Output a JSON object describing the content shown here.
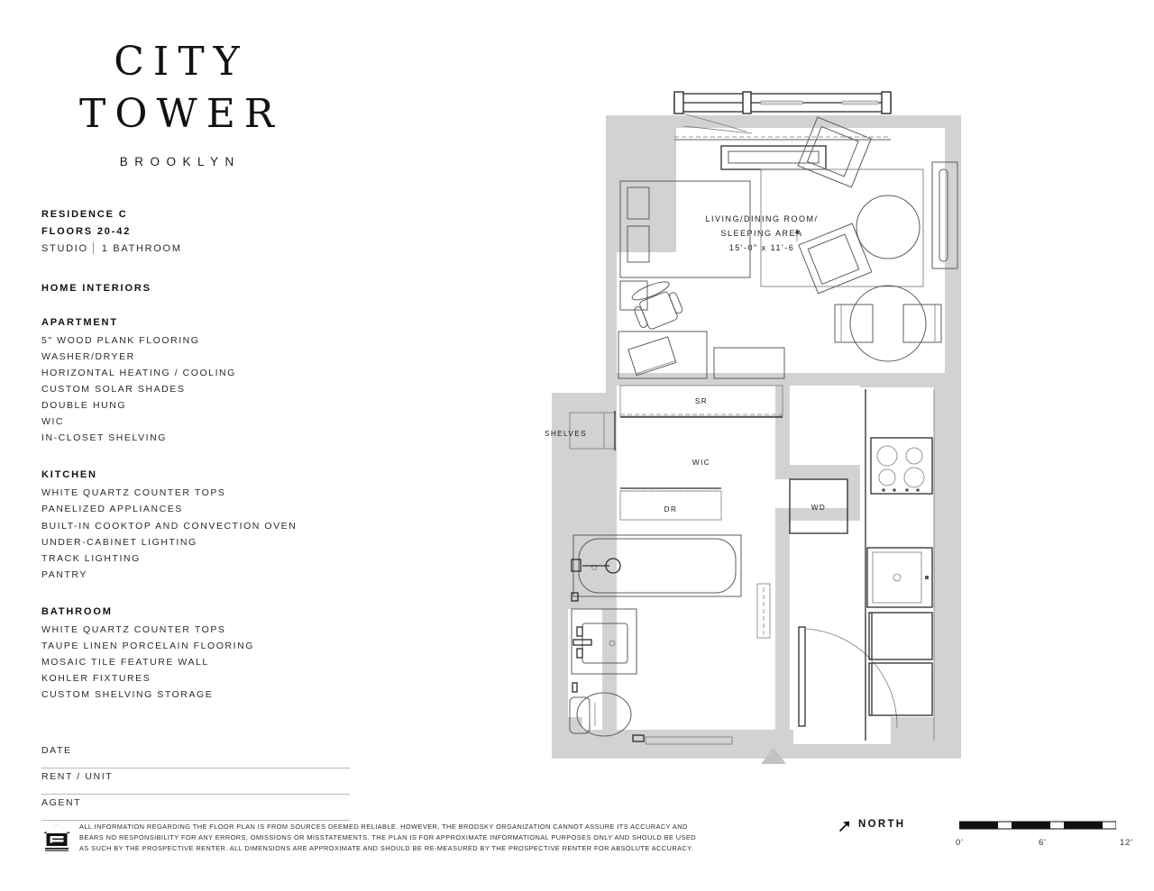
{
  "brand": {
    "line1": "CITY",
    "line2": "TOWER",
    "location": "BROOKLYN"
  },
  "residence": {
    "name": "RESIDENCE C",
    "floors": "FLOORS 20-42",
    "type": "STUDIO",
    "bath": "1 BATHROOM"
  },
  "interiors_heading": "HOME INTERIORS",
  "sections": [
    {
      "heading": "APARTMENT",
      "features": [
        "5\"  WOOD PLANK FLOORING",
        "WASHER/DRYER",
        "HORIZONTAL HEATING / COOLING",
        "CUSTOM SOLAR SHADES",
        "DOUBLE HUNG",
        "WIC",
        "IN-CLOSET SHELVING"
      ]
    },
    {
      "heading": "KITCHEN",
      "features": [
        "WHITE QUARTZ COUNTER TOPS",
        "PANELIZED APPLIANCES",
        "BUILT-IN COOKTOP AND CONVECTION OVEN",
        "UNDER-CABINET LIGHTING",
        "TRACK LIGHTING",
        "PANTRY"
      ]
    },
    {
      "heading": "BATHROOM",
      "features": [
        "WHITE QUARTZ COUNTER TOPS",
        "TAUPE LINEN PORCELAIN FLOORING",
        "MOSAIC TILE FEATURE WALL",
        "KOHLER FIXTURES",
        "CUSTOM SHELVING STORAGE"
      ]
    }
  ],
  "form_fields": [
    {
      "label": "DATE",
      "value": ""
    },
    {
      "label": "RENT / UNIT",
      "value": ""
    },
    {
      "label": "AGENT",
      "value": ""
    }
  ],
  "footer": {
    "disclaimer_line1": "ALL INFORMATION REGARDING THE FLOOR PLAN IS FROM SOURCES DEEMED RELIABLE. HOWEVER, THE BRODSKY ORGANIZATION CANNOT ASSURE ITS ACCURACY AND",
    "disclaimer_line2": "BEARS NO RESPONSIBILITY FOR ANY ERRORS, OMISSIONS OR MISSTATEMENTS. THE PLAN IS FOR APPROXIMATE INFORMATIONAL PURPOSES ONLY AND SHOULD BE USED",
    "disclaimer_line3": "AS SUCH BY THE PROSPECTIVE RENTER. ALL DIMENSIONS ARE APPROXIMATE AND SHOULD BE RE-MEASURED BY THE PROSPECTIVE RENTER FOR ABSOLUTE ACCURACY.",
    "equal_housing_icon": "equal-housing-opportunity-icon",
    "north_label": "NORTH",
    "north_arrow_icon": "north-arrow-icon",
    "scale_ticks": [
      "0'",
      "6'",
      "12'"
    ]
  },
  "plan": {
    "main_room": {
      "label_line1": "LIVING/DINING ROOM/",
      "label_line2": "SLEEPING AREA",
      "dimensions": "15'-0\" x 11'-6"
    },
    "labels": {
      "sr": "SR",
      "dr": "DR",
      "wic": "WIC",
      "wd": "WD",
      "shelves": "SHELVES"
    }
  },
  "colors": {
    "wall": "#d2d2d2",
    "line": "#5c5c5c",
    "text": "#1a1a1a",
    "rule": "#b9b9b9"
  }
}
